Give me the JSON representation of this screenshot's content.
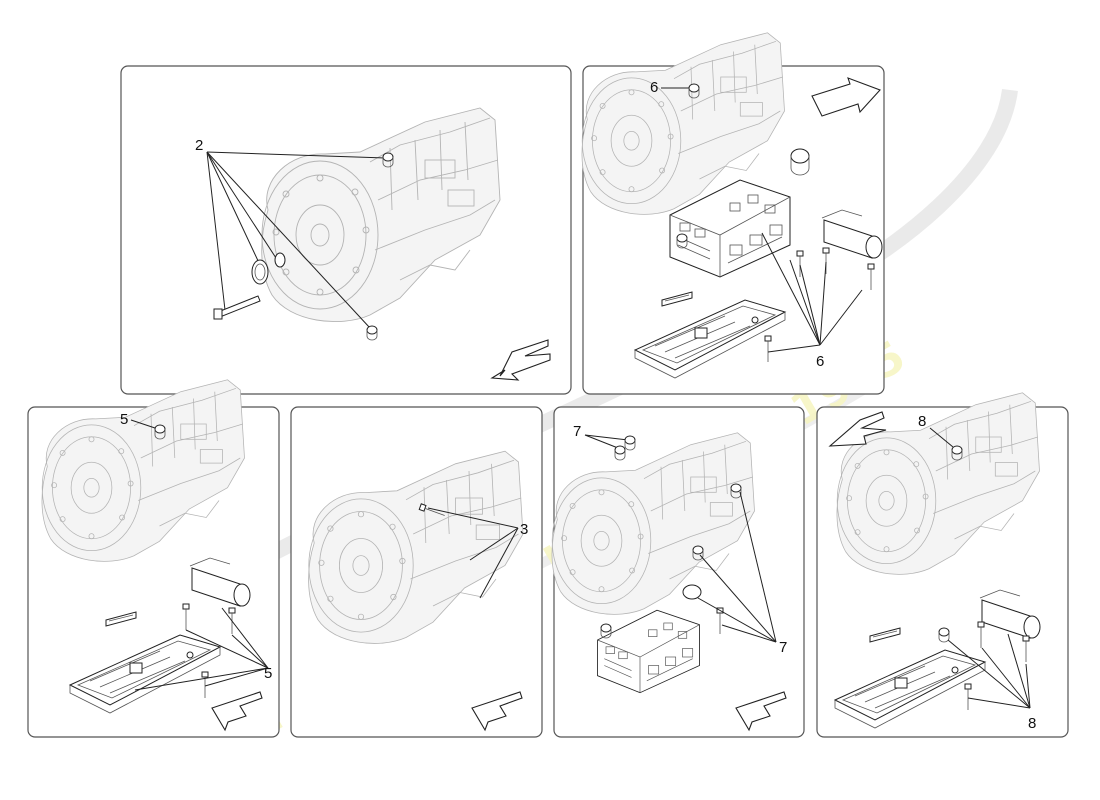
{
  "panels": [
    {
      "id": "top-left",
      "callout": "2"
    },
    {
      "id": "top-right",
      "callout_top": "6",
      "callout_bottom": "6"
    },
    {
      "id": "bottom-1",
      "callout_top": "5",
      "callout_bottom": "5"
    },
    {
      "id": "bottom-2",
      "callout": "3"
    },
    {
      "id": "bottom-3",
      "callout_top": "7",
      "callout_bottom": "7"
    },
    {
      "id": "bottom-4",
      "callout_top": "8",
      "callout_bottom": "8"
    }
  ],
  "watermark": {
    "line1": "a passion for parts since 1985",
    "brand_color": "#e4e4e4",
    "tagline_color": "#f1f0a2"
  }
}
